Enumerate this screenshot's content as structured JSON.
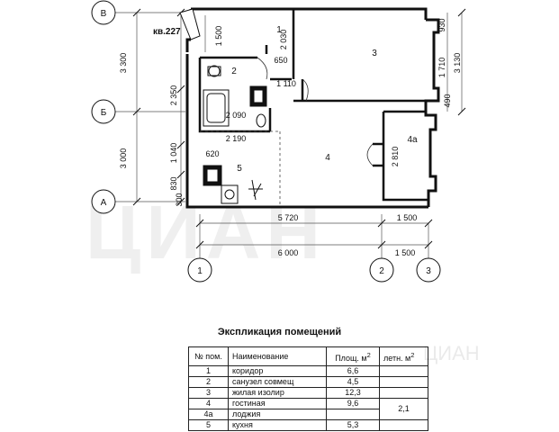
{
  "plan": {
    "apartment_label": "кв.227",
    "axes_rows": [
      "В",
      "Б",
      "А"
    ],
    "axes_cols": [
      "1",
      "2",
      "3"
    ],
    "rooms": [
      "1",
      "2",
      "3",
      "4",
      "4а",
      "5"
    ],
    "dims": {
      "d3300": "3 300",
      "d3000": "3 000",
      "d1500v": "1 500",
      "d2350": "2 350",
      "d1040": "1 040",
      "d830": "830",
      "d300": "300",
      "d2030": "2 030",
      "d650": "650",
      "d1110": "1 110",
      "d2090": "2 090",
      "d2190": "2 190",
      "d620": "620",
      "d930": "930",
      "d1710": "1 710",
      "d490": "490",
      "d3130": "3 130",
      "d2810": "2 810",
      "d5720": "5 720",
      "d1500a": "1 500",
      "d6000": "6 000",
      "d1500b": "1 500"
    }
  },
  "explication": {
    "title": "Экспликация помещений",
    "headers": {
      "num": "№ пом.",
      "name": "Наименование",
      "area": "Площ. м",
      "area_sup": "2",
      "summer": "летн. м",
      "summer_sup": "2"
    },
    "rows": [
      {
        "num": "1",
        "name": "коридор",
        "area": "6,6"
      },
      {
        "num": "2",
        "name": "санузел совмещ",
        "area": "4,5"
      },
      {
        "num": "3",
        "name": "жилая изолир",
        "area": "12,3"
      },
      {
        "num": "4",
        "name": "гостиная",
        "area": "9,6"
      },
      {
        "num": "4а",
        "name": "лоджия",
        "area": ""
      },
      {
        "num": "5",
        "name": "кухня",
        "area": "5,3"
      }
    ],
    "summer_value": "2,1"
  },
  "watermark": "ЦИАН"
}
